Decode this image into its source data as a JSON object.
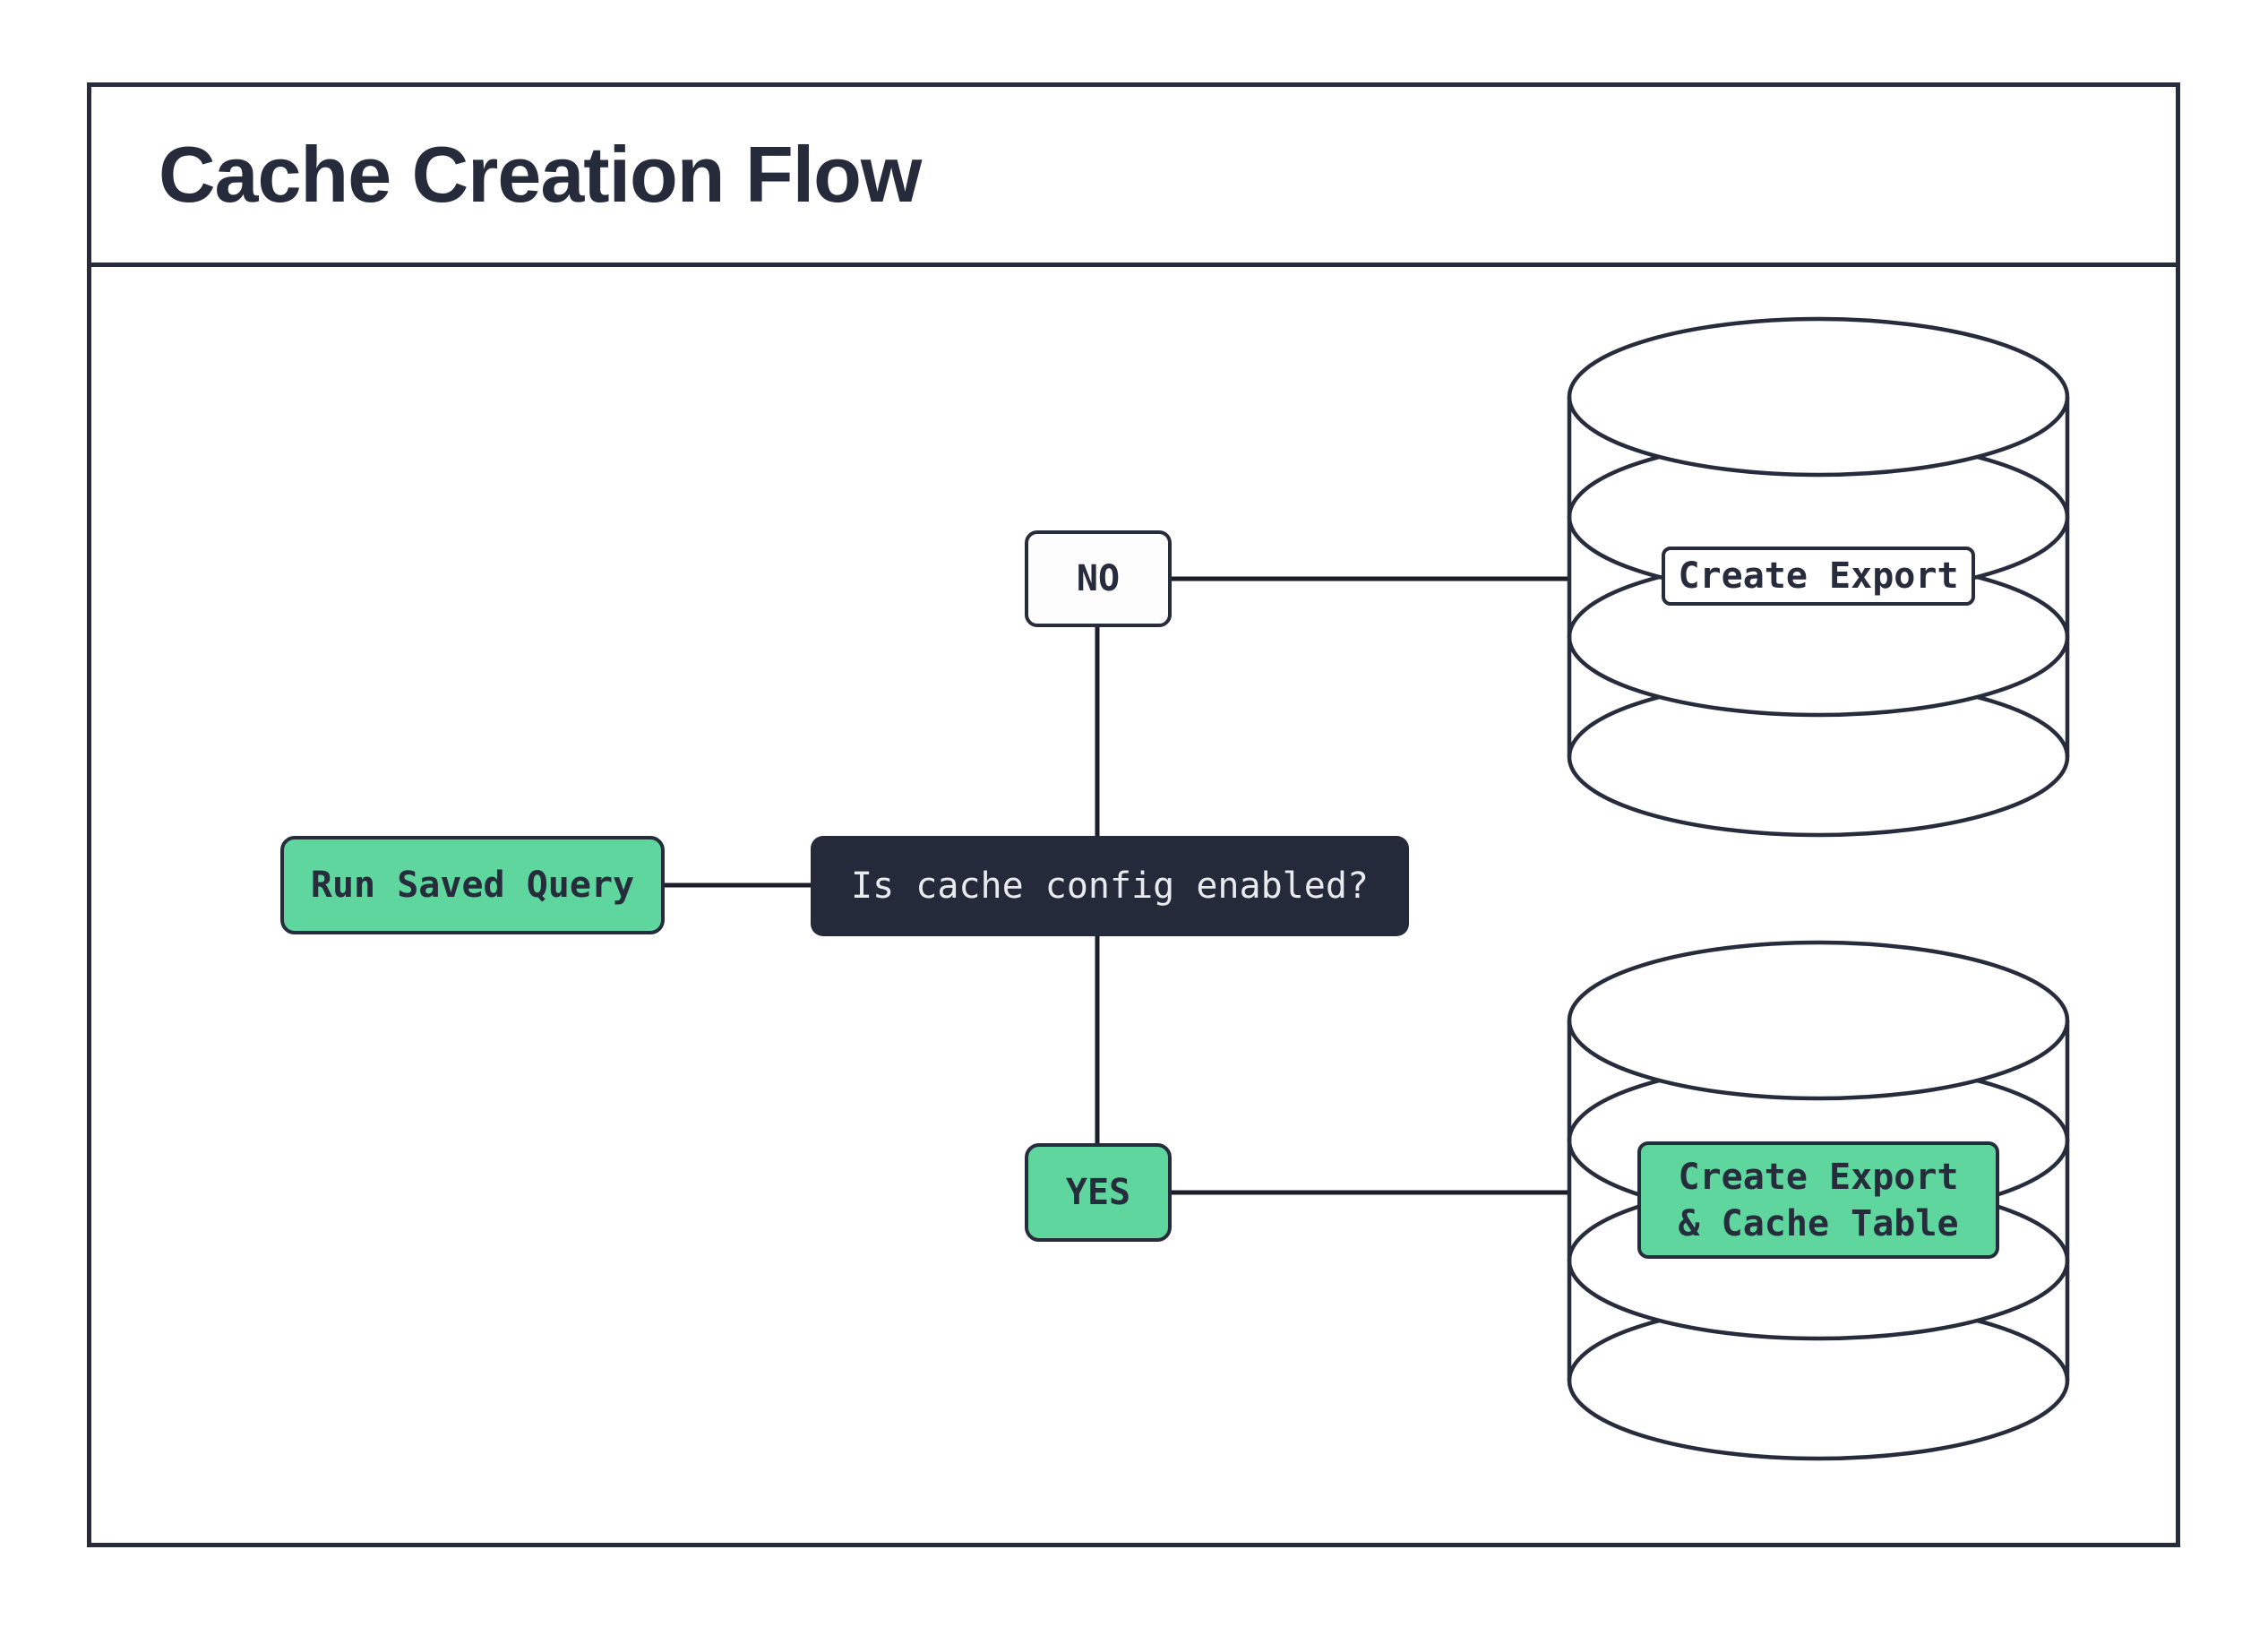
{
  "title": "Cache Creation Flow",
  "flow": {
    "start": {
      "label": "Run Saved Query"
    },
    "decision": {
      "label": "Is cache config enabled?"
    },
    "branch_no": {
      "label": "NO"
    },
    "branch_yes": {
      "label": "YES"
    },
    "db_no_label": {
      "label": "Create Export"
    },
    "db_yes_label": {
      "label": "Create Export\n& Cache Table"
    }
  },
  "icons": {
    "db_no": "database-icon",
    "db_yes": "database-icon"
  },
  "colors": {
    "accent_green": "#5ED69D",
    "dark_navy": "#272C3C",
    "decision_fill": "#252A3A",
    "decision_text": "#E9EAEE",
    "connector": "#1B1E28",
    "background": "#FFFFFF"
  }
}
